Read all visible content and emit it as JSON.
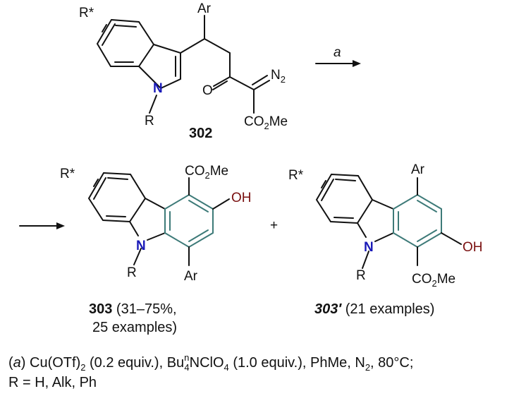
{
  "colors": {
    "bond": "#111111",
    "new_ring": "#3d7a78",
    "nitrogen": "#1a1ab8",
    "hydroxyl": "#7a1010"
  },
  "reactant": {
    "label": "302",
    "substituent_ring": "R*",
    "aryl": "Ar",
    "nitrogen": "N",
    "n_substituent": "R",
    "carbonyl_o": "O",
    "diazo": "N",
    "diazo_sub": "2",
    "ester_a": "CO",
    "ester_sub": "2",
    "ester_b": "Me"
  },
  "arrow_label": "a",
  "product_1": {
    "label": "303",
    "yield_line1": " (31–75%,",
    "yield_line2": "25 examples)",
    "substituent_ring": "R*",
    "ester_a": "CO",
    "ester_sub": "2",
    "ester_b": "Me",
    "hydroxyl": "OH",
    "nitrogen": "N",
    "n_substituent": "R",
    "aryl": "Ar"
  },
  "plus": "+",
  "product_2": {
    "label": "303′",
    "examples": " (21 examples)",
    "substituent_ring": "R*",
    "aryl": "Ar",
    "hydroxyl": "OH",
    "nitrogen": "N",
    "n_substituent": "R",
    "ester_a": "CO",
    "ester_sub": "2",
    "ester_b": "Me"
  },
  "conditions": {
    "tag": "a",
    "p1": ") Cu(OTf)",
    "s1": "2",
    "p2": " (0.2 equiv.), Bu",
    "sup": "n",
    "s2": "4",
    "p3": "NClO",
    "s3": "4",
    "p4": " (1.0 equiv.), PhMe, N",
    "s4": "2",
    "p5": ", 80°C;",
    "line2": "R = H, Alk, Ph"
  }
}
